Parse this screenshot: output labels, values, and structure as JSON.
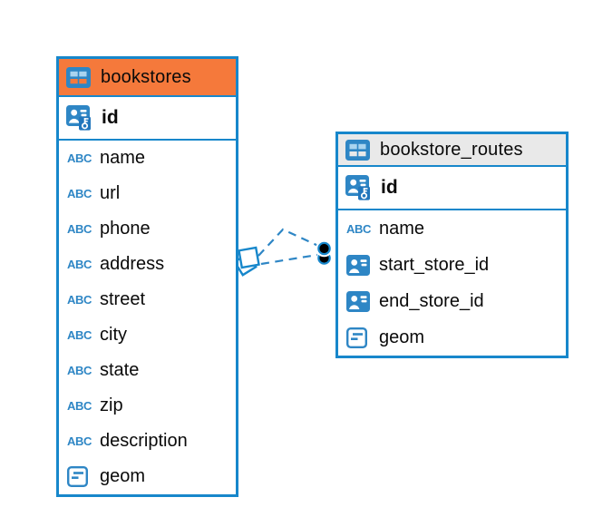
{
  "diagram": {
    "type": "entity-relationship",
    "background": "#ffffff"
  },
  "colors": {
    "table_border_blue": "#1787CB",
    "icon_blue": "#2E86C5",
    "icon_cell_light_blue": "#A9D4EF",
    "header_orange": "#F5793B",
    "header_gray": "#E9E9E9",
    "relation_line_blue": "#2E86C5",
    "relation_dot_black": "#000000",
    "text": "#0a0a0a"
  },
  "icons": {
    "varchar_label": "ABC"
  },
  "tables": [
    {
      "name": "bookstores",
      "header_style": "orange",
      "primary_key": {
        "name": "id",
        "type": "primary-key"
      },
      "fields": [
        {
          "name": "name",
          "type": "varchar"
        },
        {
          "name": "url",
          "type": "varchar"
        },
        {
          "name": "phone",
          "type": "varchar"
        },
        {
          "name": "address",
          "type": "varchar"
        },
        {
          "name": "street",
          "type": "varchar"
        },
        {
          "name": "city",
          "type": "varchar"
        },
        {
          "name": "state",
          "type": "varchar"
        },
        {
          "name": "zip",
          "type": "varchar"
        },
        {
          "name": "description",
          "type": "varchar"
        },
        {
          "name": "geom",
          "type": "geometry"
        }
      ]
    },
    {
      "name": "bookstore_routes",
      "header_style": "gray",
      "primary_key": {
        "name": "id",
        "type": "primary-key"
      },
      "fields": [
        {
          "name": "name",
          "type": "varchar"
        },
        {
          "name": "start_store_id",
          "type": "foreign-key"
        },
        {
          "name": "end_store_id",
          "type": "foreign-key"
        },
        {
          "name": "geom",
          "type": "geometry"
        }
      ]
    }
  ],
  "relations": [
    {
      "from_table": "bookstores",
      "to_table": "bookstore_routes",
      "style": "dashed"
    },
    {
      "from_table": "bookstores",
      "to_table": "bookstore_routes",
      "style": "dashed"
    }
  ]
}
